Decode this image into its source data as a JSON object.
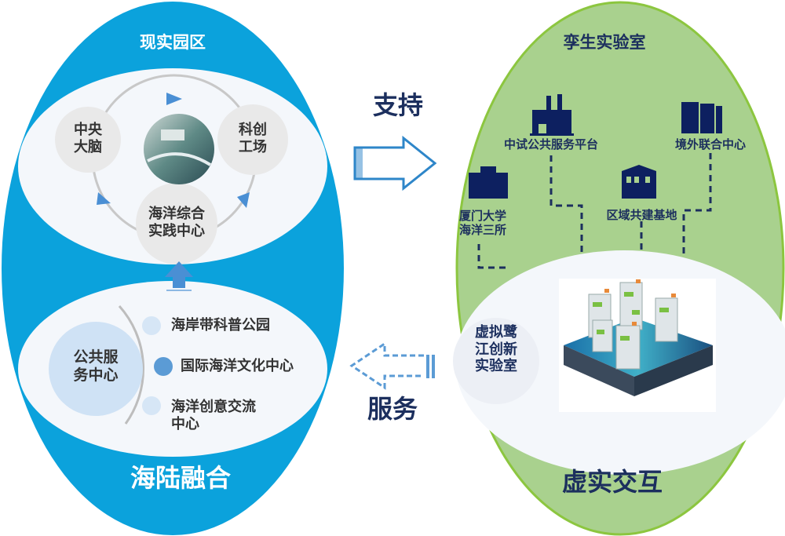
{
  "left": {
    "title": "现实园区",
    "bottom_title": "海陆融合",
    "cycle": {
      "brain": [
        "中央",
        "大脑"
      ],
      "factory": [
        "科创",
        "工场"
      ],
      "practice": [
        "海洋综合",
        "实践中心"
      ]
    },
    "public_service": {
      "center": [
        "公共服",
        "务中心"
      ],
      "items": [
        "海岸带科普公园",
        "国际海洋文化中心",
        "海洋创意交流",
        "中心"
      ]
    }
  },
  "middle": {
    "support": "支持",
    "service": "服务"
  },
  "right": {
    "title": "孪生实验室",
    "bottom_title": "虚实交互",
    "nodes": {
      "pilot": "中试公共服务平台",
      "overseas": "境外联合中心",
      "xmu": [
        "厦门大学",
        "海洋三所"
      ],
      "regional": "区域共建基地"
    },
    "virtual_lab": [
      "虚拟鹭",
      "江创新",
      "实验室"
    ]
  },
  "colors": {
    "blue": "#0ba2dc",
    "green": "#a9d18e",
    "navy": "#1c2f5e",
    "accent": "#5b9bd5"
  }
}
